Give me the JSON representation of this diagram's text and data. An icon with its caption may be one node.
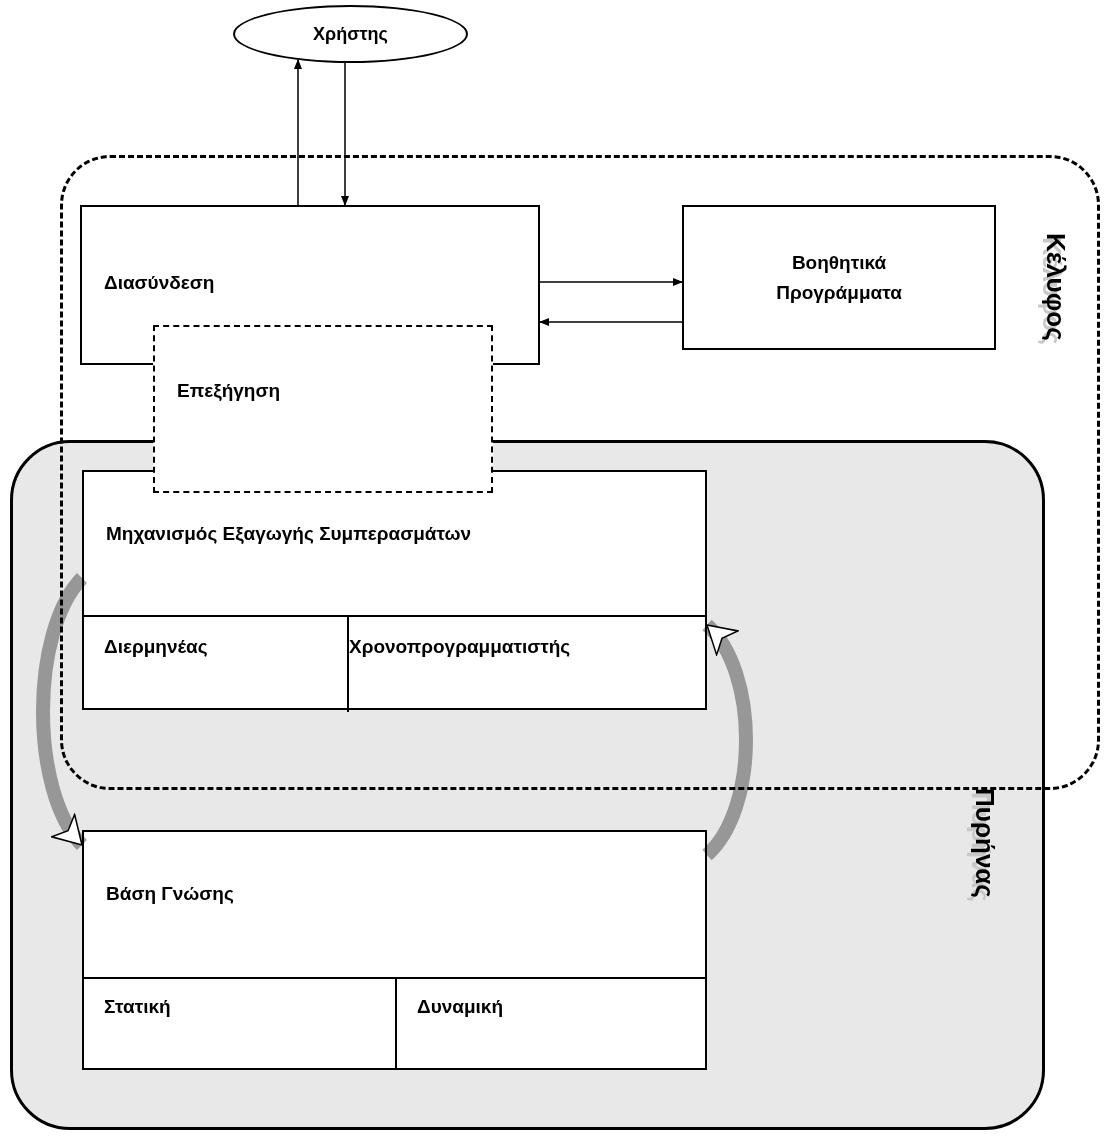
{
  "diagram": {
    "nodes": [
      {
        "text": [
          "Χρήστης"
        ]
      },
      {
        "text": [
          "Κέλυφος"
        ]
      },
      {
        "text": [
          "Πυρήνας"
        ]
      },
      {
        "text": [
          "Διασύνδεση"
        ],
        "in": 1
      },
      {
        "text": [
          "Βοηθητικά Προγράμματα"
        ],
        "in": 1
      },
      {
        "text": [
          "Επεξήγηση"
        ],
        "in": 1
      },
      {
        "text": [
          "Μηχανισμός Εξαγωγής Συμπερασμάτων"
        ]
      },
      {
        "text": [
          "Διερμηνέας"
        ],
        "in": 6
      },
      {
        "text": [
          "Χρονοπρογραμματιστής"
        ],
        "in": 6
      },
      {
        "text": [
          "Βάση Γνώσης"
        ],
        "in": 2
      },
      {
        "text": [
          "Στατική"
        ],
        "in": 9
      },
      {
        "text": [
          "Δυναμική"
        ],
        "in": 9
      }
    ],
    "edges": [
      {
        "from": 3,
        "to": 0,
        "arrow": "to"
      },
      {
        "from": 0,
        "to": 3,
        "arrow": "to"
      },
      {
        "from": 3,
        "to": 4,
        "arrow": "to"
      },
      {
        "from": 4,
        "to": 3,
        "arrow": "to"
      },
      {
        "from": 6,
        "to": 9,
        "arrow": "to",
        "style": "thick"
      },
      {
        "from": 9,
        "to": 6,
        "arrow": "to",
        "style": "thick"
      }
    ]
  }
}
